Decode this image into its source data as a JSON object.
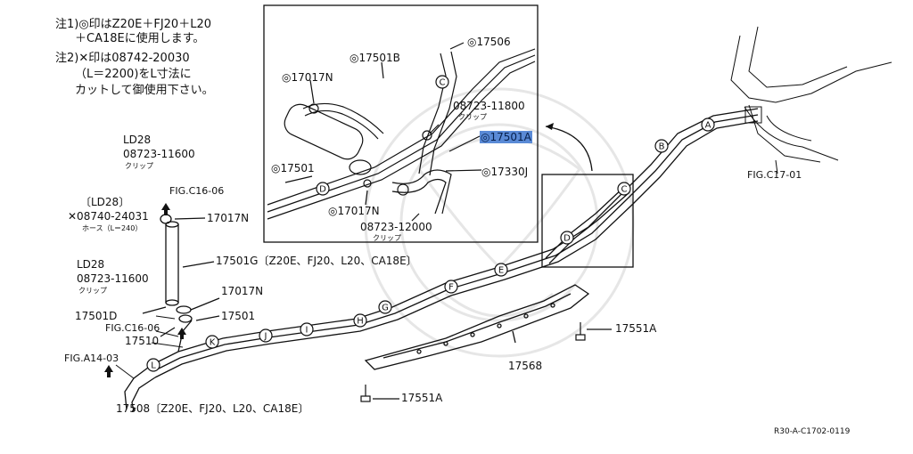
{
  "notes": {
    "n1_line1": "注1)◎印はZ20E＋FJ20＋L20",
    "n1_line2": "＋CA18Eに使用します。",
    "n2_line1": "注2)✕印は08742-20030",
    "n2_line2": "（L＝2200)をL寸法に",
    "n2_line3": "カットして御使用下さい。"
  },
  "parts": {
    "p17506": "◎17506",
    "p17501b": "◎17501B",
    "p17017n_a": "◎17017N",
    "p08723_11800": "08723-11800",
    "clip_a": "クリップ",
    "p17501a": "◎17501A",
    "p17501": "◎17501",
    "p17330j": "◎17330J",
    "p17017n_b": "◎17017N",
    "p08723_12000": "08723-12000",
    "clip_b": "クリップ",
    "ld28_a": "LD28",
    "p08723_11600_a": "08723-11600",
    "clip_c": "クリップ",
    "fig_c16_06_top": "FIG.C16-06",
    "p17017n_top": "17017N",
    "ld28_bracket": "〔LD28〕",
    "p08740": "✕08740-24031",
    "hose_note": "ホース（L＝240）",
    "p17501g": "17501G〔Z20E、FJ20、L20、CA18E〕",
    "ld28_b": "LD28",
    "p08723_11600_b": "08723-11600",
    "clip_d": "クリップ",
    "p17017n_mid": "17017N",
    "p17501d": "17501D",
    "p17501_low": "17501",
    "fig_c16_06_low": "FIG.C16-06",
    "p17510": "17510",
    "fig_a14_03": "FIG.A14-03",
    "p17508": "17508〔Z20E、FJ20、L20、CA18E〕",
    "p17568": "17568",
    "p17551a_right": "17551A",
    "p17551a_bottom": "17551A",
    "fig_c17_01": "FIG.C17-01",
    "ref_code": "R30-A-C1702-0119"
  },
  "callouts": [
    "A",
    "B",
    "C",
    "D",
    "E",
    "F",
    "G",
    "H",
    "I",
    "J",
    "K",
    "L"
  ],
  "inset_callouts": [
    "C",
    "D"
  ],
  "colors": {
    "highlight": "#5a8ad6",
    "line": "#111111"
  }
}
